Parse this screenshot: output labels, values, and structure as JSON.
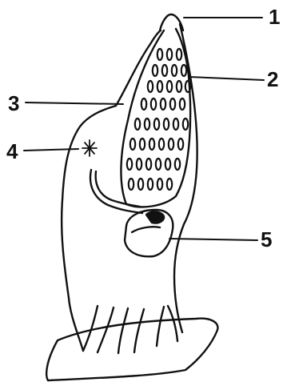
{
  "labels": {
    "l1": "1",
    "l2": "2",
    "l3": "3",
    "l4": "4",
    "l5": "5"
  },
  "colors": {
    "ink": "#111111",
    "paper": "#ffffff"
  }
}
